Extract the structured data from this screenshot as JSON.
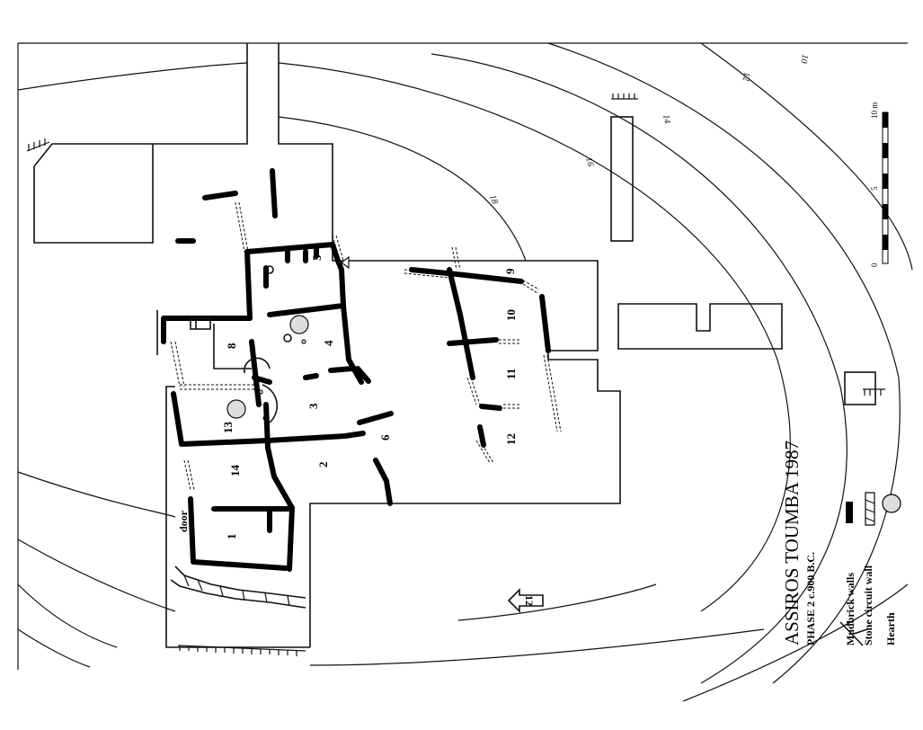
{
  "title": "ASSIROS TOUMBA 1987",
  "subtitle": "PHASE 2 c.900 B.C.",
  "legend": {
    "mudbrick": "Mudbrick walls",
    "stone": "Stone circuit wall",
    "hearth": "Hearth"
  },
  "rooms": [
    "1",
    "2",
    "3",
    "4",
    "5",
    "6",
    "7",
    "8",
    "9",
    "10",
    "11",
    "12",
    "13",
    "14"
  ],
  "door_label": "door",
  "contours": [
    "10",
    "12",
    "14",
    "16",
    "18"
  ],
  "north_label": "12",
  "scale": {
    "start": "0",
    "mid": "5",
    "end": "10 m"
  }
}
